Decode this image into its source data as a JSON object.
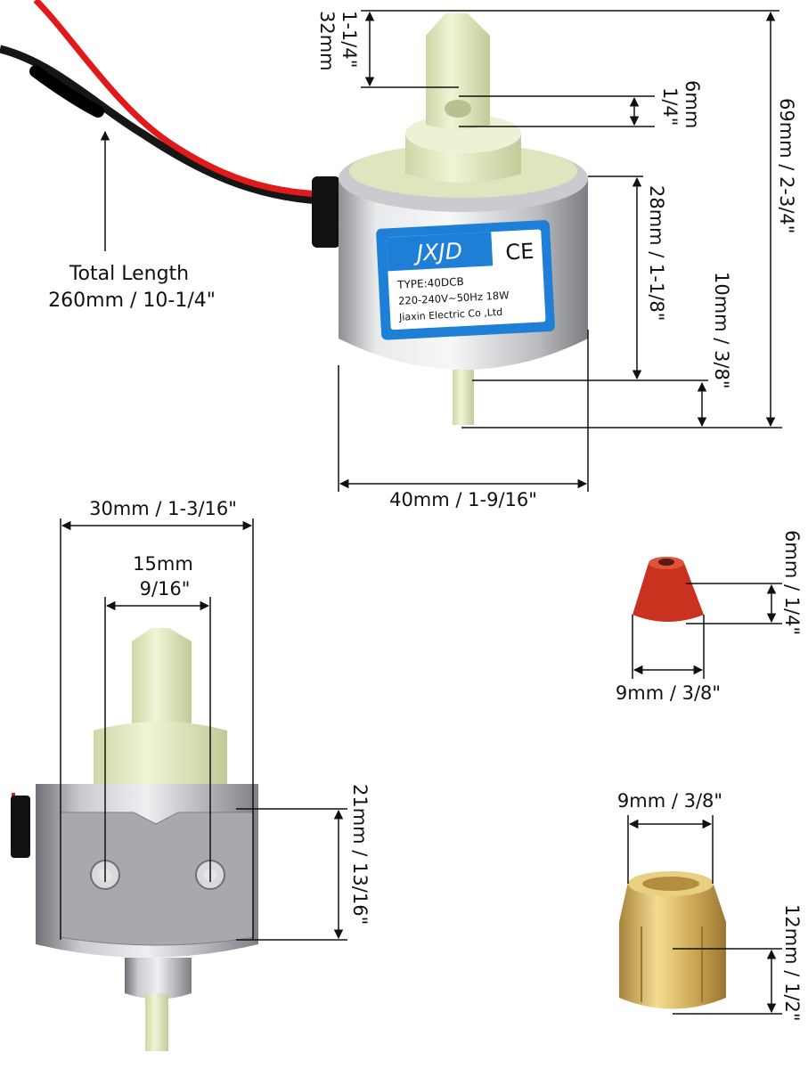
{
  "pump_label": {
    "brand": "JXJD",
    "ce_mark": "CE",
    "type_line": "TYPE:40DCB",
    "rating_line": "220-240V~50Hz 18W",
    "maker_line": "Jiaxin Electric Co ,Ltd",
    "brand_color": "#1e7fd6"
  },
  "dimensions": {
    "nozzle_length_mm": "32mm",
    "nozzle_length_in": "1-1/4\"",
    "outlet_dia_mm": "6mm",
    "outlet_dia_in": "1/4\"",
    "total_height": "69mm / 2-3/4\"",
    "body_height": "28mm / 1-1/8\"",
    "inlet_length": "10mm / 3/8\"",
    "body_width": "40mm / 1-9/16\"",
    "cable_title": "Total Length",
    "cable_length": "260mm / 10-1/4\"",
    "front_width": "30mm / 1-3/16\"",
    "hole_spacing_mm": "15mm",
    "hole_spacing_in": "9/16\"",
    "bracket_height": "21mm / 13/16\"",
    "seal_height": "6mm / 1/4\"",
    "seal_width": "9mm / 3/8\"",
    "nut_width": "9mm / 3/8\"",
    "nut_height": "12mm / 1/2\""
  },
  "colors": {
    "wire_red": "#e01a1a",
    "seal_red": "#c8321e",
    "brass": "#d4b15a",
    "plastic": "#e8ecc6"
  }
}
